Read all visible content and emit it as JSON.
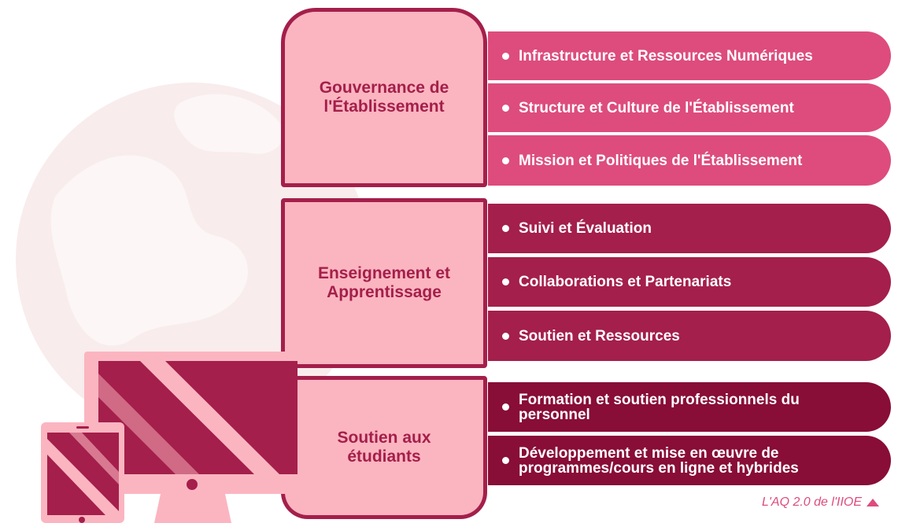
{
  "colors": {
    "category_fill": "#fbb5c0",
    "category_border": "#a41f4b",
    "group1": "#dd4c7c",
    "group2": "#a41f4b",
    "group3": "#880d37",
    "accent_text": "#dd4c7c"
  },
  "categories": [
    {
      "label": "Gouvernance de l'Établissement",
      "items": [
        {
          "label": "Infrastructure et Ressources Numériques"
        },
        {
          "label": "Structure et Culture de l'Établissement"
        },
        {
          "label": "Mission et Politiques de l'Établissement"
        }
      ]
    },
    {
      "label": "Enseignement et Apprentissage",
      "items": [
        {
          "label": "Suivi et Évaluation"
        },
        {
          "label": "Collaborations et Partenariats"
        },
        {
          "label": "Soutien et Ressources"
        }
      ]
    },
    {
      "label": "Soutien aux étudiants",
      "items": [
        {
          "label": "Formation et soutien professionnels du personnel"
        },
        {
          "label": "Développement et mise en œuvre de programmes/cours en ligne et hybrides"
        }
      ]
    }
  ],
  "footer": {
    "label": "L'AQ 2.0 de l'IIOE",
    "icon": "chevron-up-icon"
  },
  "decorations": {
    "background": "globe-icon",
    "devices": [
      "desktop-monitor-icon",
      "tablet-icon"
    ]
  }
}
